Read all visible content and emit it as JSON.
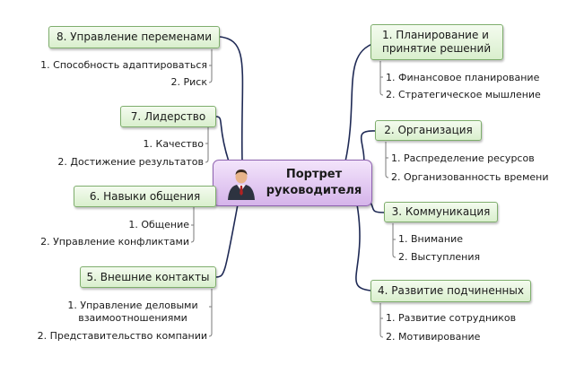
{
  "center": {
    "title": "Портрет руководителя"
  },
  "branches": [
    {
      "label": "1. Планирование и принятие решений",
      "items": [
        "1. Финансовое планирование",
        "2. Стратегическое мышление"
      ]
    },
    {
      "label": "2. Организация",
      "items": [
        "1. Распределение ресурсов",
        "2. Организованность времени"
      ]
    },
    {
      "label": "3. Коммуникация",
      "items": [
        "1. Внимание",
        "2. Выступления"
      ]
    },
    {
      "label": "4. Развитие подчиненных",
      "items": [
        "1. Развитие сотрудников",
        "2. Мотивирование"
      ]
    },
    {
      "label": "5. Внешние контакты",
      "items": [
        "1. Управление деловыми взаимоотношениями",
        "2. Представительство компании"
      ]
    },
    {
      "label": "6. Навыки общения",
      "items": [
        "1. Общение",
        "2. Управление конфликтами"
      ]
    },
    {
      "label": "7. Лидерство",
      "items": [
        "1. Качество",
        "2. Достижение результатов"
      ]
    },
    {
      "label": "8. Управление переменами",
      "items": [
        "1. Способность адаптироваться",
        "2. Риск"
      ]
    }
  ],
  "colors": {
    "connector": "#1f2a55",
    "node_border": "#7fae6d",
    "center_border": "#8e62b0"
  },
  "icons": {
    "center": "businessman-icon"
  }
}
